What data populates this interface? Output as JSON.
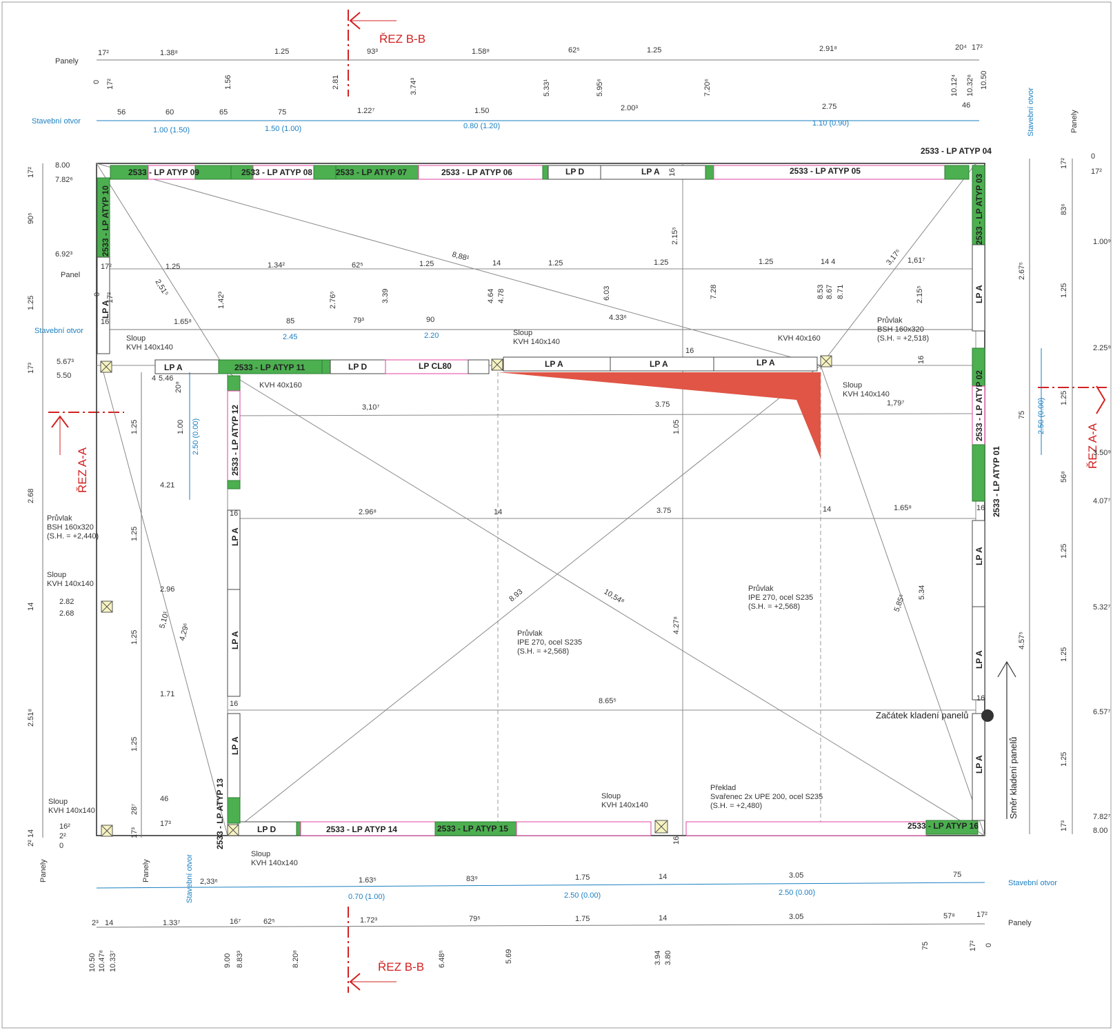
{
  "sections": {
    "bb_top": "ŘEZ B-B",
    "bb_bottom": "ŘEZ B-B",
    "aa_left": "ŘEZ A-A",
    "aa_right": "ŘEZ A-A"
  },
  "row_labels": {
    "panely_top": "Panely",
    "stavebni_top": "Stavební otvor",
    "panel_mid": "Panel",
    "stavebni_mid": "Stavební otvor",
    "stavebni_bottom": "Stavební otvor",
    "panely_bottom": "Panely",
    "panely_right": "Panely",
    "stavebni_right": "Stavební otvor",
    "panely_left_bottom": "Panely",
    "panely_left_bottom2": "Panely",
    "stavebni_left_bottom": "Stavební otvor"
  },
  "top_dims_1": [
    "17²",
    "1.38⁸",
    "1.25",
    "93³",
    "1.58⁸",
    "62⁵",
    "1.25",
    "2.91⁸",
    "20⁴",
    "17²"
  ],
  "top_ords_1": [
    "0",
    "17²",
    "1.56",
    "2.81",
    "3.74³",
    "5.33¹",
    "5.95⁶",
    "7.20⁶",
    "10.12⁴",
    "10.32⁸",
    "10.50"
  ],
  "top_dims_2": [
    "56",
    "60",
    "65",
    "75",
    "1.22⁷",
    "1.50",
    "2.00³",
    "2.75",
    "46"
  ],
  "top_openings": [
    "1.00 (1.50)",
    "1.50 (1.00)",
    "0.80 (1.20)",
    "1.10 (0.90)"
  ],
  "panels_top": [
    "2533 - LP ATYP 09",
    "2533 - LP ATYP 08",
    "2533 - LP ATYP 07",
    "2533 - LP ATYP 06",
    "LP D",
    "LP A",
    "2533 - LP ATYP 05",
    "2533 - LP ATYP 04"
  ],
  "panels_mid": [
    "LP A",
    "2533 - LP ATYP 11",
    "LP D",
    "LP CL80",
    "LP A",
    "LP A",
    "LP A"
  ],
  "panels_bottom": [
    "LP D",
    "2533 - LP ATYP 14",
    "2533 - LP ATYP 15",
    "2533 - LP ATYP 16"
  ],
  "panels_left": [
    "2533 - LP ATYP 10",
    "LP A"
  ],
  "panels_inner_left": [
    "2533 - LP ATYP 12",
    "LP A",
    "LP A",
    "LP A",
    "2533 - LP ATYP 13"
  ],
  "panels_right": [
    "2533 - LP ATYP 03",
    "LP A",
    "2533 - LP ATYP 02",
    "2533 - LP ATYP 01",
    "LP A",
    "LP A",
    "LP A"
  ],
  "mid_dims": [
    "17²",
    "1.25",
    "1.34²",
    "62⁵",
    "1.25",
    "14",
    "1.25",
    "1.25",
    "1.25",
    "14 4",
    "1,61⁷"
  ],
  "mid_ords": [
    "0",
    "17²",
    "1.42³",
    "2.76⁵",
    "3.39",
    "4.64",
    "4.78",
    "6.03",
    "7.28",
    "8.53",
    "8.67",
    "8.71"
  ],
  "mid_dims_2": [
    "16",
    "1.65⁸",
    "85",
    "79³",
    "90",
    "4.33⁶"
  ],
  "mid_openings": [
    "2.45",
    "2.20"
  ],
  "left_ords": [
    "8.00",
    "7.82⁶",
    "6.92³",
    "5.67³",
    "5.50",
    "5.46",
    "4.21",
    "2.96",
    "2.82",
    "2.68",
    "1.71",
    "46",
    "16²",
    "2²",
    "0",
    "17³"
  ],
  "left_dims": [
    "17²",
    "90⁵",
    "1.25",
    "17³",
    "2.68",
    "14",
    "2.51⁸",
    "2² 14"
  ],
  "right_ords": [
    "0",
    "17²",
    "1.00⁹",
    "2.25⁹",
    "3.50⁹",
    "4.07⁷",
    "5.32⁷",
    "6.57⁷",
    "7.82⁷",
    "8.00"
  ],
  "right_dims": [
    "17²",
    "83⁶",
    "1.25",
    "1.25",
    "56⁸",
    "1.25",
    "1.25",
    "1.25",
    "17³"
  ],
  "right_dims_2": [
    "2.67⁵",
    "75",
    "4.57⁵"
  ],
  "right_opening": "2.50 (0.00)",
  "inner_dims": [
    "3,10⁷",
    "3.75",
    "1,79⁷",
    "2.96⁸",
    "14",
    "3.75",
    "14",
    "1.65⁸",
    "8.65⁵",
    "1.05",
    "2.15⁵",
    "2.15⁵",
    "4.27⁸",
    "5.34",
    "16",
    "16",
    "16",
    "16",
    "16",
    "16",
    "16",
    "16"
  ],
  "diagonals": [
    "8,88¹",
    "3,17⁶",
    "2,51⁵",
    "8.93",
    "10,54⁸",
    "5,85⁵",
    "5,10¹",
    "4,29⁶"
  ],
  "inner_left_dims": [
    "4",
    "20⁹",
    "1.00",
    "2.50 (0.00)",
    "1.25",
    "1.25",
    "1.25",
    "1.25",
    "28⁷",
    "17³"
  ],
  "bottom_dims_1": [
    "2,33⁶",
    "1.63⁵",
    "83⁹",
    "1.75",
    "14",
    "3.05",
    "75"
  ],
  "bottom_openings": [
    "0.70 (1.00)",
    "2.50 (0.00)",
    "2.50 (0.00)"
  ],
  "bottom_dims_2": [
    "2³",
    "14",
    "1.33⁷",
    "16⁷",
    "62⁵",
    "1.72³",
    "79⁵",
    "1.75",
    "14",
    "3.05",
    "57⁸",
    "17²"
  ],
  "bottom_ords": [
    "10.50",
    "10.47⁸",
    "10.33⁷",
    "9.00",
    "8.83³",
    "8.20⁸",
    "6.48⁵",
    "5.69",
    "3.94",
    "3.80",
    "75",
    "17²",
    "0"
  ],
  "notes": {
    "sloup_1": "Sloup\nKVH 140x140",
    "sloup_2": "Sloup\nKVH 140x140",
    "sloup_3": "Sloup\nKVH 140x140",
    "sloup_4": "Sloup\nKVH 140x140",
    "sloup_5": "Sloup\nKVH 140x140",
    "sloup_6": "Sloup\nKVH 140x140",
    "sloup_7": "Sloup\nKVH 140x140",
    "kvh_1": "KVH 40x160",
    "kvh_2": "KVH 40x160",
    "pruvlak_1": "Průvlak\nBSH 160x320\n(S.H. = +2,518)",
    "pruvlak_2": "Průvlak\nBSH 160x320\n(S.H. = +2,440)",
    "pruvlak_3": "Průvlak\nIPE 270, ocel S235\n(S.H. = +2,568)",
    "pruvlak_4": "Průvlak\nIPE 270, ocel S235\n(S.H. = +2,568)",
    "preklad": "Překlad\nSvařenec 2x UPE 200, ocel S235\n(S.H. = +2,480)"
  },
  "start_label": "Začátek kladení panelů",
  "direction_label": "Směr kladení panelů",
  "colors": {
    "section": "#d32020",
    "opening": "#1a7fc1",
    "panel_green": "#4caf50",
    "panel_pink": "#e040a0",
    "red_fill": "#e05545"
  }
}
